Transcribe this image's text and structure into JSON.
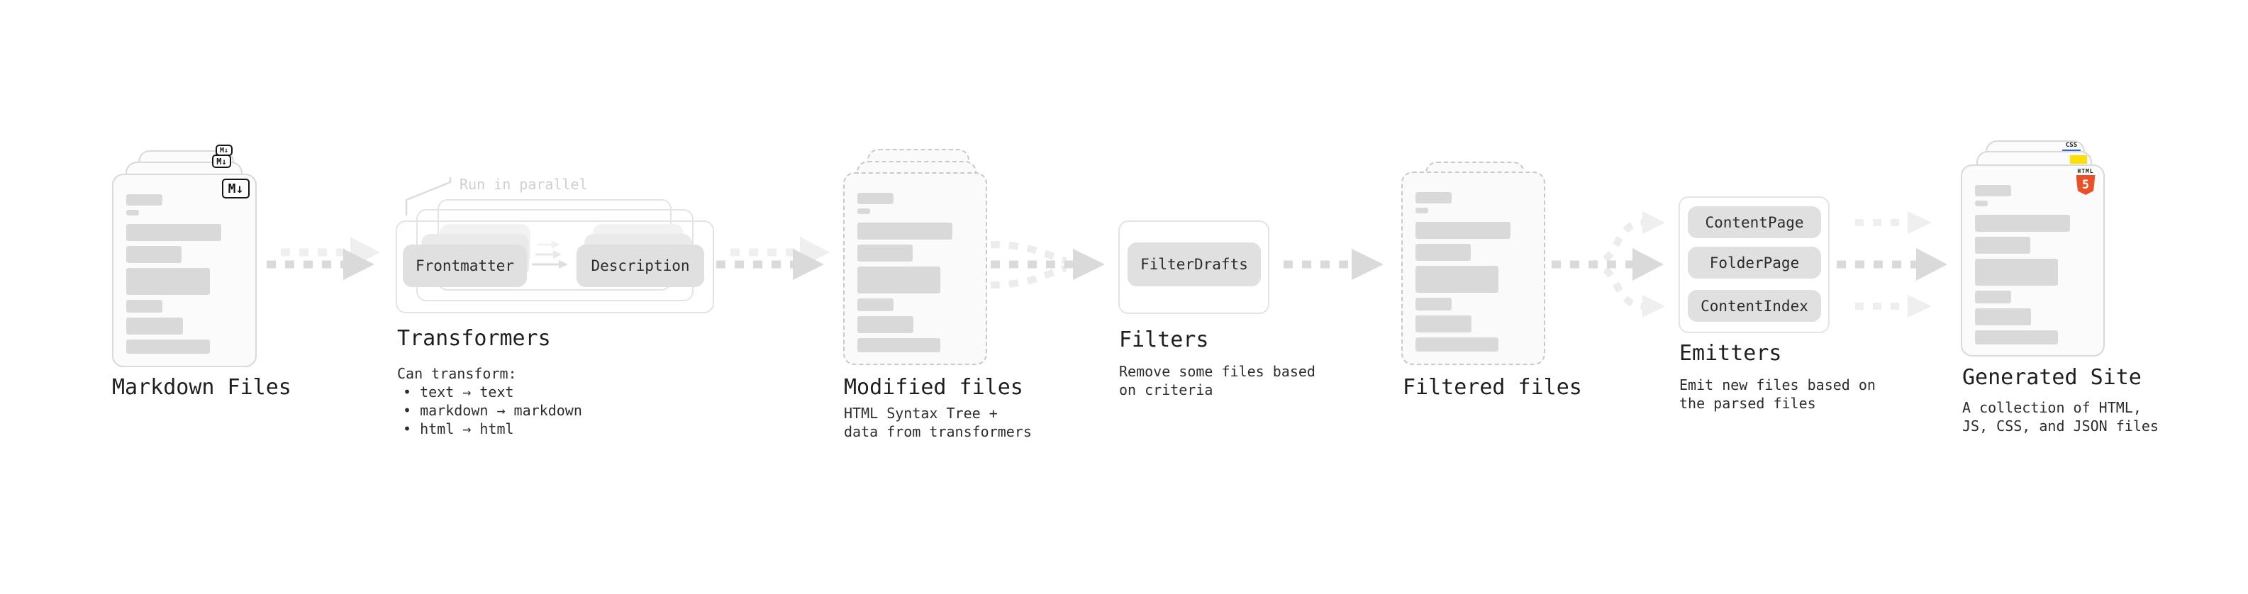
{
  "canvas": {
    "background": "#ffffff"
  },
  "colors": {
    "heading_text": "#1f1f1f",
    "body_text": "#2d2d2d",
    "muted_note": "#cfcfcf",
    "pill_fill": "#e0e0e0",
    "box_border": "#e4e4e4",
    "doc_border": "#d9d9d9",
    "doc_fill": "#fbfbfb",
    "dashed_border": "#c9c9c9",
    "content_bar": "#d9d9d9",
    "arrow_strong": "#dadada",
    "arrow_faint": "#efefef",
    "markdown_badge_border": "#161616",
    "html5_orange": "#e8502a",
    "js_yellow": "#ffde00",
    "css_blue": "#2566ec"
  },
  "stages": {
    "markdown_files": {
      "label": "Markdown Files",
      "badge": "M↓"
    },
    "transformers": {
      "label": "Transformers",
      "note": "Run in parallel",
      "pills": [
        "Frontmatter",
        "Description"
      ],
      "description_heading": "Can transform:",
      "bullets": [
        "• text → text",
        "• markdown → markdown",
        "• html → html"
      ]
    },
    "modified_files": {
      "label": "Modified files",
      "description": [
        "HTML Syntax Tree +",
        "data from transformers"
      ]
    },
    "filters": {
      "label": "Filters",
      "pills": [
        "FilterDrafts"
      ],
      "description": [
        "Remove some files based",
        "on criteria"
      ]
    },
    "filtered_files": {
      "label": "Filtered files"
    },
    "emitters": {
      "label": "Emitters",
      "pills": [
        "ContentPage",
        "FolderPage",
        "ContentIndex"
      ],
      "description": [
        "Emit new files based on",
        "the parsed files"
      ]
    },
    "generated_site": {
      "label": "Generated Site",
      "description": [
        "A collection of HTML,",
        "JS, CSS, and JSON files"
      ],
      "badges": {
        "html_label": "HTML",
        "html_number": "5",
        "css_label": "CSS"
      }
    }
  }
}
